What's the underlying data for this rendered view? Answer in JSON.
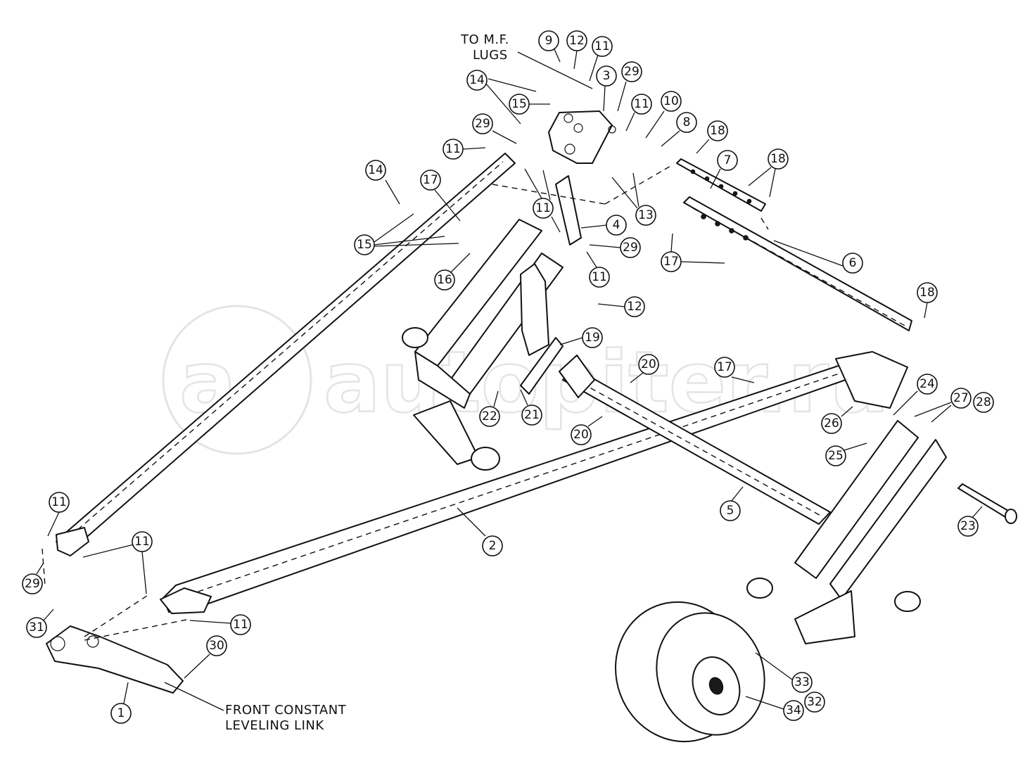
{
  "notes": {
    "to_mf_line1": "TO M.F.",
    "to_mf_line2": "LUGS",
    "front_link_line1": "FRONT CONSTANT",
    "front_link_line2": "LEVELING LINK"
  },
  "watermark": {
    "text": "autopiter.ru"
  },
  "callouts": [
    {
      "label": "9"
    },
    {
      "label": "12"
    },
    {
      "label": "11"
    },
    {
      "label": "3"
    },
    {
      "label": "29"
    },
    {
      "label": "14"
    },
    {
      "label": "15"
    },
    {
      "label": "11"
    },
    {
      "label": "10"
    },
    {
      "label": "8"
    },
    {
      "label": "18"
    },
    {
      "label": "29"
    },
    {
      "label": "11"
    },
    {
      "label": "7"
    },
    {
      "label": "18"
    },
    {
      "label": "14"
    },
    {
      "label": "17"
    },
    {
      "label": "11"
    },
    {
      "label": "13"
    },
    {
      "label": "4"
    },
    {
      "label": "15"
    },
    {
      "label": "29"
    },
    {
      "label": "17"
    },
    {
      "label": "6"
    },
    {
      "label": "16"
    },
    {
      "label": "11"
    },
    {
      "label": "12"
    },
    {
      "label": "18"
    },
    {
      "label": "19"
    },
    {
      "label": "20"
    },
    {
      "label": "17"
    },
    {
      "label": "22"
    },
    {
      "label": "21"
    },
    {
      "label": "20"
    },
    {
      "label": "24"
    },
    {
      "label": "27"
    },
    {
      "label": "28"
    },
    {
      "label": "26"
    },
    {
      "label": "25"
    },
    {
      "label": "11"
    },
    {
      "label": "5"
    },
    {
      "label": "23"
    },
    {
      "label": "11"
    },
    {
      "label": "2"
    },
    {
      "label": "29"
    },
    {
      "label": "31"
    },
    {
      "label": "11"
    },
    {
      "label": "30"
    },
    {
      "label": "33"
    },
    {
      "label": "34"
    },
    {
      "label": "32"
    },
    {
      "label": "1"
    }
  ]
}
